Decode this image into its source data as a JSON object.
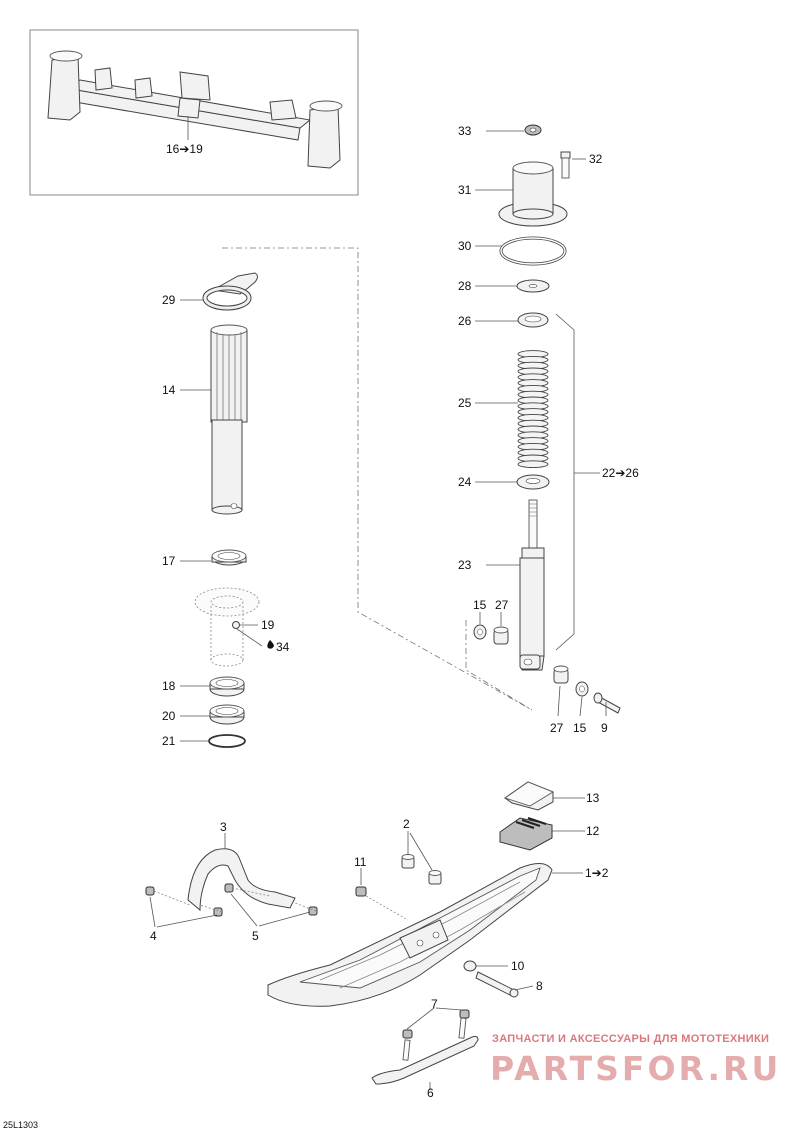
{
  "callouts": {
    "c16_19": "16➔19",
    "c33": "33",
    "c32": "32",
    "c31": "31",
    "c30": "30",
    "c28": "28",
    "c26": "26",
    "c25": "25",
    "c22_26": "22➔26",
    "c24": "24",
    "c23": "23",
    "c15a": "15",
    "c27a": "27",
    "c27b": "27",
    "c15b": "15",
    "c9": "9",
    "c29": "29",
    "c14": "14",
    "c17": "17",
    "c19": "19",
    "c34": "34",
    "c18": "18",
    "c20": "20",
    "c21": "21",
    "c13": "13",
    "c12": "12",
    "c3": "3",
    "c2": "2",
    "c11": "11",
    "c1_2": "1➔2",
    "c4": "4",
    "c5": "5",
    "c10": "10",
    "c8": "8",
    "c7": "7",
    "c6": "6"
  },
  "drawing_code": "25L1303",
  "watermark": {
    "tagline": "ЗАПЧАСТИ И АКСЕССУАРЫ ДЛЯ МОТОТЕХНИКИ",
    "logo": "PARTSFOR.RU"
  },
  "icons": {
    "liquid_drop": "drop-icon"
  }
}
